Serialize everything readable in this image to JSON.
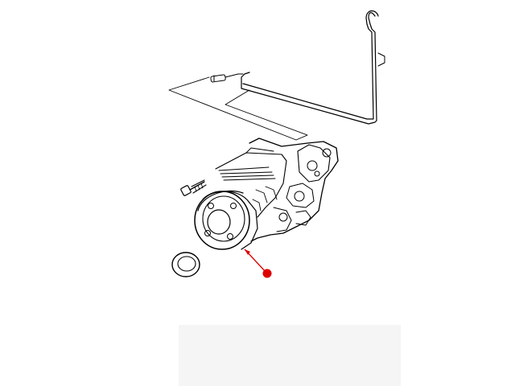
{
  "diagram": {
    "parts": [
      {
        "name": "breather-tube",
        "icon": "breather-tube-icon"
      },
      {
        "name": "breather-fitting",
        "icon": "fitting-icon"
      },
      {
        "name": "rear-axle-housing",
        "icon": "axle-housing-icon"
      },
      {
        "name": "mounting-bolt",
        "icon": "bolt-icon"
      },
      {
        "name": "output-seal-ring",
        "icon": "seal-ring-icon"
      },
      {
        "name": "companion-flange",
        "icon": "flange-icon"
      }
    ],
    "callout": {
      "marker": "red-dot",
      "color": "#dd0000",
      "target": "rear-axle-housing"
    },
    "line_color": "#000000",
    "background": "#ffffff"
  }
}
